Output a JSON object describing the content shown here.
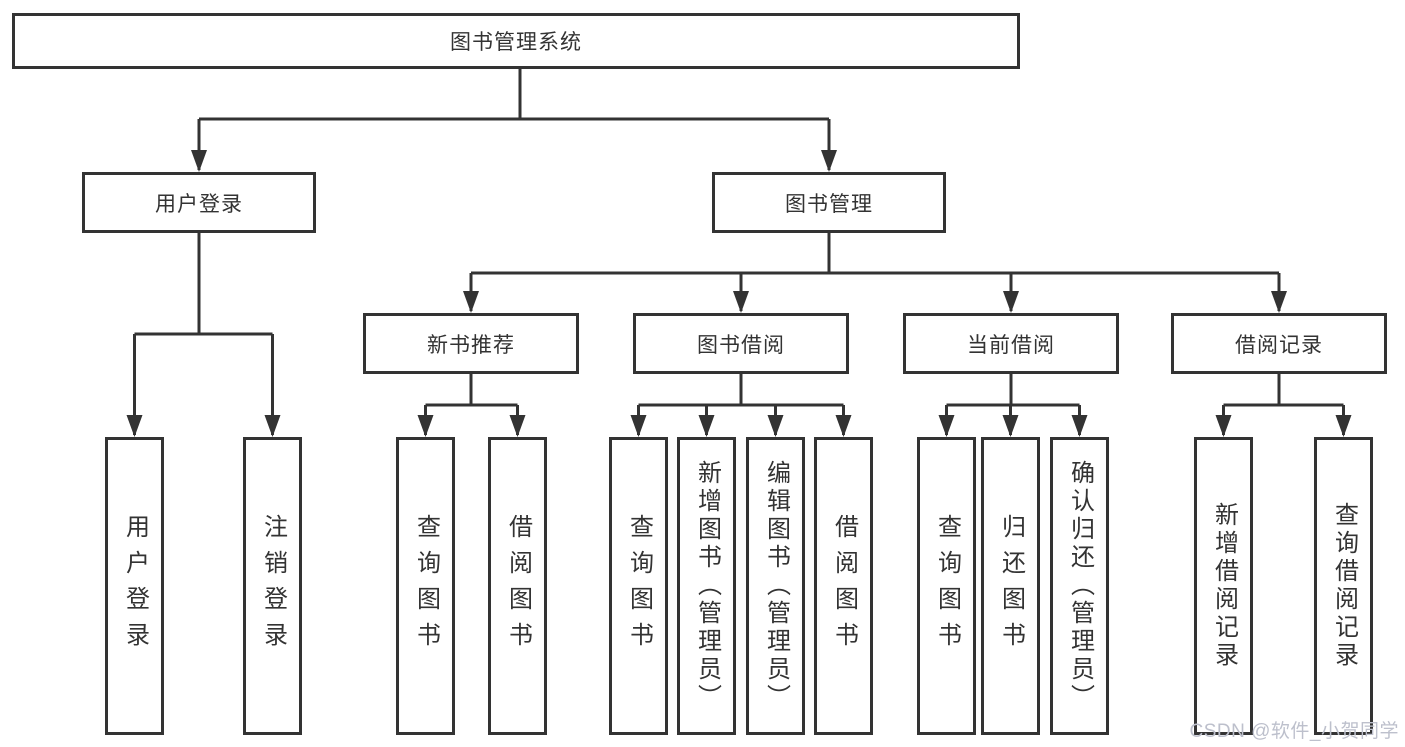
{
  "diagram": {
    "root": {
      "label": "图书管理系统"
    },
    "branches": [
      {
        "label": "用户登录",
        "leaves": [
          "用户登录",
          "注销登录"
        ]
      },
      {
        "label": "图书管理",
        "children": [
          {
            "label": "新书推荐",
            "leaves": [
              "查询图书",
              "借阅图书"
            ]
          },
          {
            "label": "图书借阅",
            "leaves": [
              "查询图书",
              "新增图书（管理员）",
              "编辑图书（管理员）",
              "借阅图书"
            ]
          },
          {
            "label": "当前借阅",
            "leaves": [
              "查询图书",
              "归还图书",
              "确认归还（管理员）"
            ]
          },
          {
            "label": "借阅记录",
            "leaves": [
              "新增借阅记录",
              "查询借阅记录"
            ]
          }
        ]
      }
    ]
  },
  "watermark": {
    "text": "CSDN @软件_小贺同学"
  },
  "colors": {
    "line": "#333333",
    "box_border": "#333333",
    "text": "#333333",
    "background": "#ffffff",
    "watermark": "#bdc0cc"
  }
}
